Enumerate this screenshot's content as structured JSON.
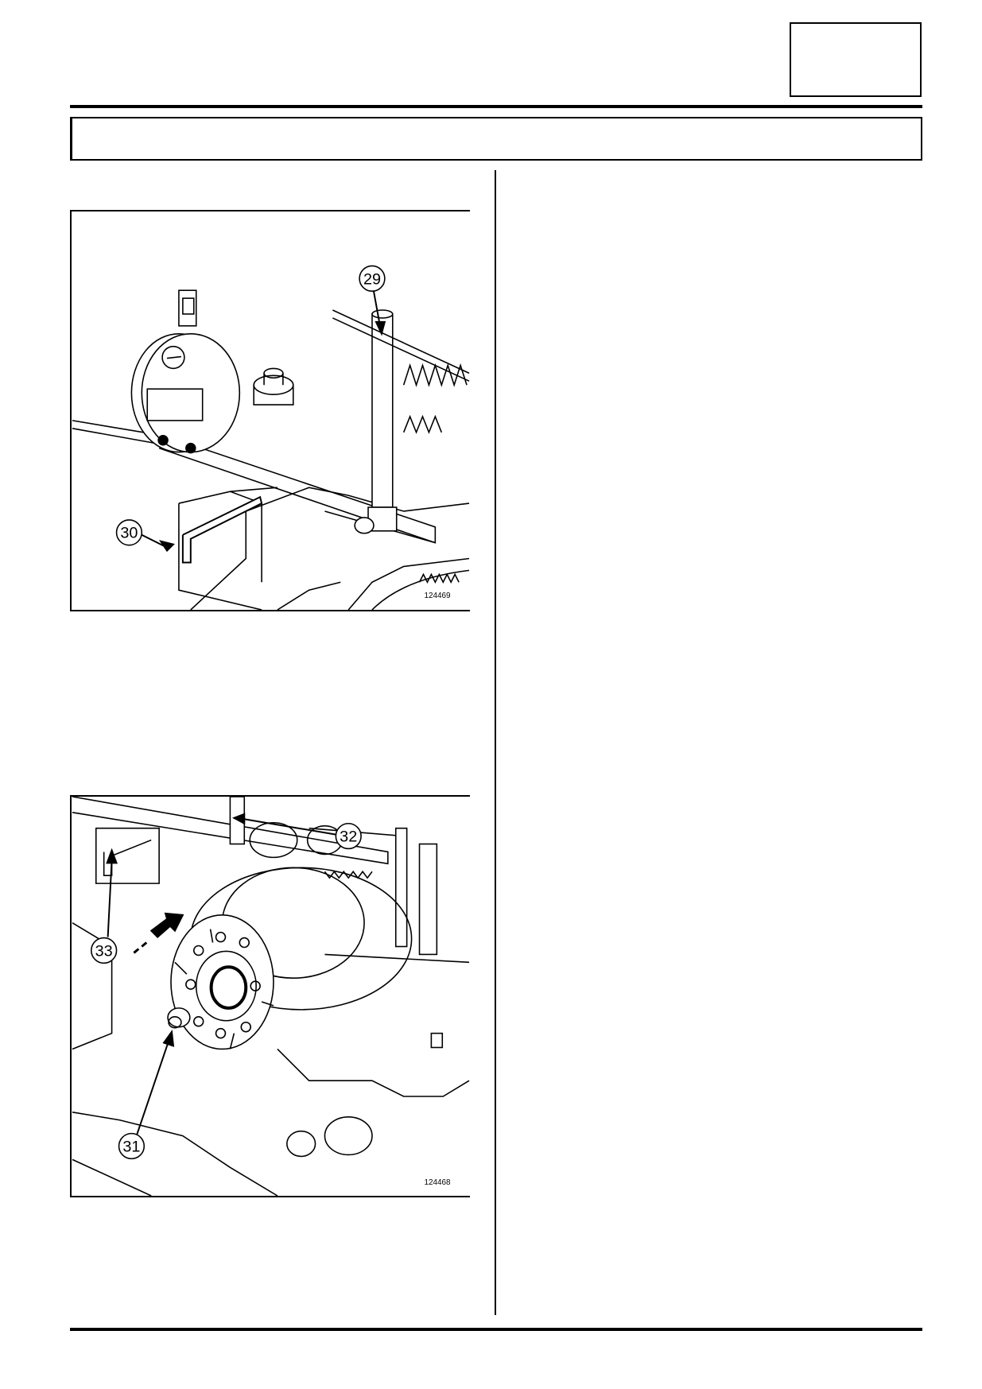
{
  "figure1": {
    "callouts": [
      "29",
      "30"
    ],
    "figure_number": "124469"
  },
  "figure2": {
    "callouts": [
      "32",
      "33",
      "31"
    ],
    "figure_number": "124468"
  }
}
